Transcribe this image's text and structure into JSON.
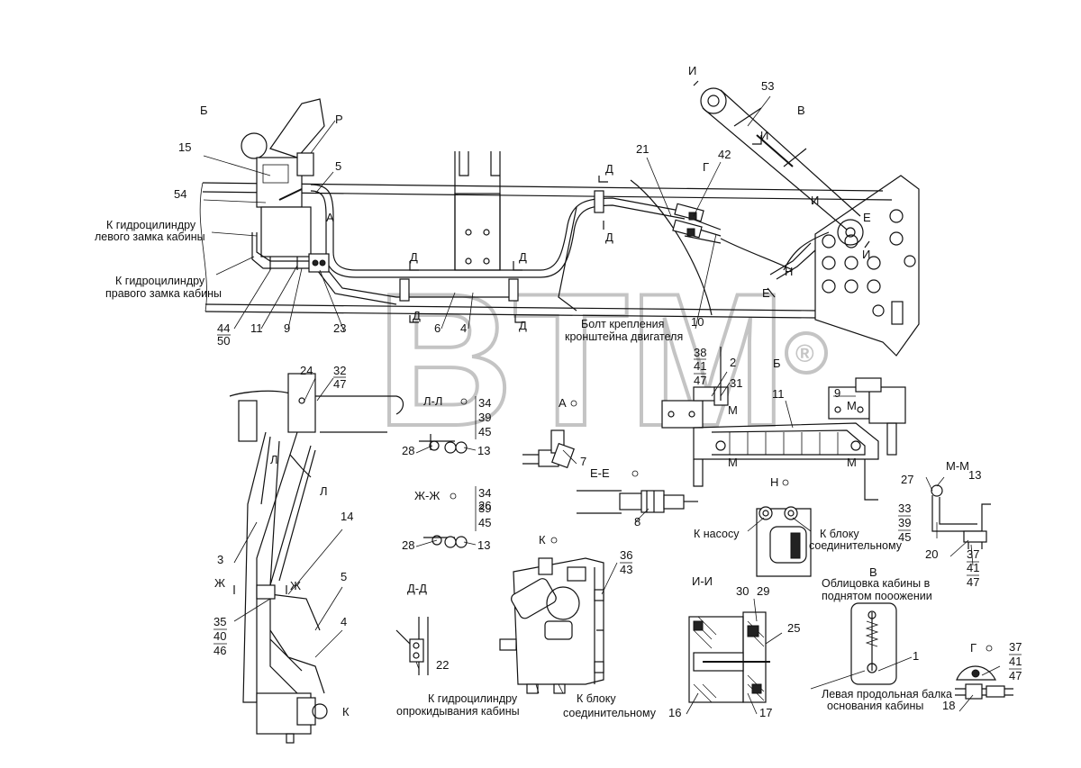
{
  "watermark": {
    "text": "BTM",
    "symbol": "®"
  },
  "views": {
    "B_main": "Б",
    "V_main": "В",
    "I_section": "И",
    "R": "Р",
    "A": "А",
    "G": "Г",
    "E": "Е",
    "N": "Н",
    "D": "Д",
    "K": "К",
    "Zh": "Ж",
    "L": "Л",
    "M": "М"
  },
  "section_titles": {
    "LL": "Л-Л",
    "A": "А",
    "EE": "Е-Е",
    "ZhZh": "Ж-Ж",
    "N": "Н",
    "K": "К",
    "DD": "Д-Д",
    "II": "И-И",
    "MM": "М-М",
    "G": "Г",
    "B": "Б",
    "V": "В"
  },
  "captions": {
    "left_lock_l1": "К гидроцилиндру",
    "left_lock_l2": "левого замка кабины",
    "right_lock_l1": "К гидроцилиндру",
    "right_lock_l2": "правого замка кабины",
    "bolt_l1": "Болт крепления",
    "bolt_l2": "кронштейна двигателя",
    "to_pump": "К насосу",
    "to_block_l1": "К блоку",
    "to_block_l2": "соединительному",
    "facing_l1": "Облицовка кабины в",
    "facing_l2": "поднятом пооожении",
    "tilt_l1": "К гидроцилиндру",
    "tilt_l2": "опрокидывания кабины",
    "block2_l1": "К блоку",
    "block2_l2": "соединительному",
    "beam_l1": "Левая продольная балка",
    "beam_l2": "основания кабины"
  },
  "items": {
    "n1": "1",
    "n2": "2",
    "n3": "3",
    "n4": "4",
    "n4b": "4",
    "n5": "5",
    "n5b": "5",
    "n6": "6",
    "n7": "7",
    "n8": "8",
    "n9": "9",
    "n9b": "9",
    "n10": "10",
    "n11": "11",
    "n11b": "11",
    "n13a": "13",
    "n13b": "13",
    "n13c": "13",
    "n14": "14",
    "n15": "15",
    "n16": "16",
    "n17": "17",
    "n18": "18",
    "n20": "20",
    "n21": "21",
    "n22": "22",
    "n23": "23",
    "n24": "24",
    "n25": "25",
    "n26": "26",
    "n27": "27",
    "n28a": "28",
    "n28b": "28",
    "n29": "29",
    "n30": "30",
    "n31": "31",
    "n32": "32",
    "n33": "33",
    "n34a": "34",
    "n34b": "34",
    "n35": "35",
    "n36": "36",
    "n37a": "37",
    "n37b": "37",
    "n38": "38",
    "n39a": "39",
    "n39b": "39",
    "n39c": "39",
    "n40": "40",
    "n41a": "41",
    "n41b": "41",
    "n41c": "41",
    "n42": "42",
    "n43": "43",
    "n44": "44",
    "n45a": "45",
    "n45b": "45",
    "n45c": "45",
    "n46": "46",
    "n47a": "47",
    "n47b": "47",
    "n47c": "47",
    "n47d": "47",
    "n50": "50",
    "n53": "53",
    "n54": "54"
  }
}
